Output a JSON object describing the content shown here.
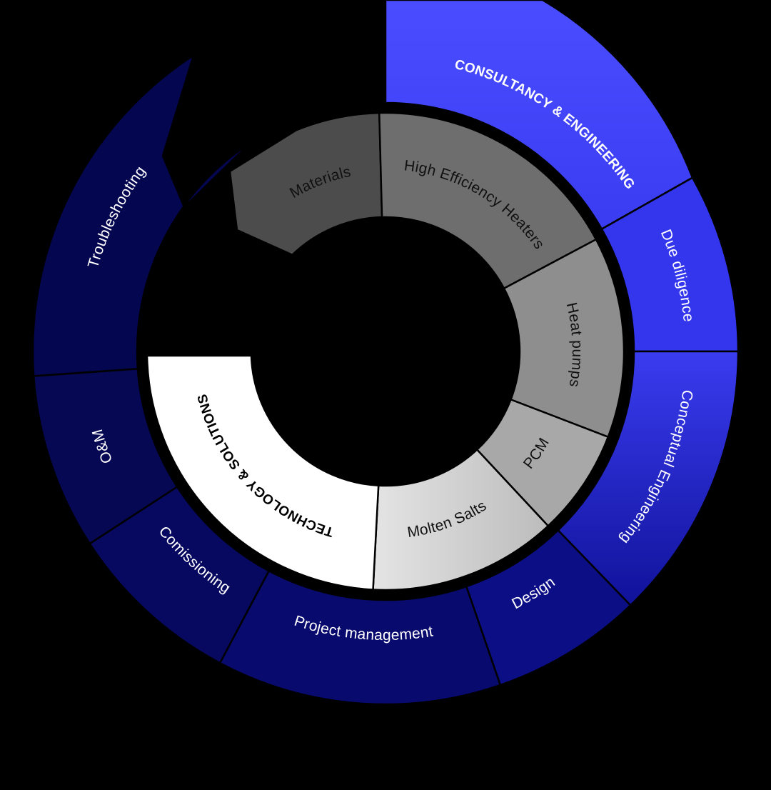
{
  "colors": {
    "background": "#000000",
    "accent_blue": "#4a4dff",
    "mid_blue": "#2222c8",
    "dark_blue": "#080a66",
    "darkest_blue": "#060854",
    "grey_dark": "#4a4a4a",
    "grey_mid": "#7a7a7a",
    "grey_light": "#a6a6a6",
    "grey_lighter": "#c4c4c4",
    "white": "#ffffff"
  },
  "outer_ring": {
    "segments": [
      {
        "id": "consultancy-engineering",
        "label": "CONSULTANCY & ENGINEERING",
        "bold": true
      },
      {
        "id": "due-diligence",
        "label": "Due diligence"
      },
      {
        "id": "conceptual-engineering",
        "label": "Conceptual Engineering"
      },
      {
        "id": "design",
        "label": "Design"
      },
      {
        "id": "project-management",
        "label": "Project management"
      },
      {
        "id": "comissioning",
        "label": "Comissioning"
      },
      {
        "id": "o-and-m",
        "label": "O&M"
      },
      {
        "id": "troubleshooting",
        "label": "Troubleshooting"
      }
    ]
  },
  "inner_ring": {
    "segments": [
      {
        "id": "materials",
        "label": "Materials"
      },
      {
        "id": "high-efficiency-heaters",
        "label": "High Efficiency Heaters"
      },
      {
        "id": "heat-pumps",
        "label": "Heat pumps"
      },
      {
        "id": "pcm",
        "label": "PCM"
      },
      {
        "id": "molten-salts",
        "label": "Molten Salts"
      },
      {
        "id": "technology-solutions",
        "label": "TECHNOLOGY & SOLUTIONS",
        "bold": true
      }
    ]
  }
}
